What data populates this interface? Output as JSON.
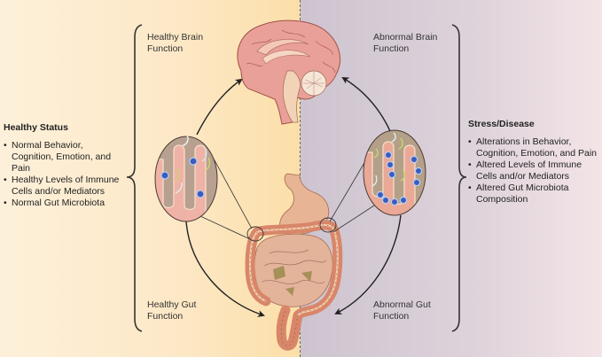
{
  "diagram": {
    "title": "Gut-Brain Axis: Healthy vs Stress/Disease",
    "colors": {
      "healthy_bg": "#fde8c6",
      "disease_bg": "#d8cdd6",
      "brain": "#e89a90",
      "gut": "#e5a080",
      "stomach": "#e6b496",
      "arrow": "#222222",
      "immune_cell": "#3a5cc0",
      "microbe": "#c8d86a"
    },
    "left_panel": {
      "heading": "Healthy Status",
      "items": [
        "Normal Behavior, Cognition, Emotion, and Pain",
        "Healthy Levels of Immune Cells and/or Mediators",
        "Normal Gut Microbiota"
      ]
    },
    "right_panel": {
      "heading": "Stress/Disease",
      "items": [
        "Alterations in Behavior, Cognition, Emotion, and Pain",
        "Altered Levels of Immune Cells and/or Mediators",
        "Altered Gut Microbiota Composition"
      ]
    },
    "labels": {
      "healthy_brain": [
        "Healthy Brain",
        "Function"
      ],
      "abnormal_brain": [
        "Abnormal Brain",
        "Function"
      ],
      "healthy_gut": [
        "Healthy Gut",
        "Function"
      ],
      "abnormal_gut": [
        "Abnormal Gut",
        "Function"
      ]
    },
    "icons": {
      "brain": "brain-sagittal-icon",
      "gut": "digestive-tract-icon",
      "healthy_magnifier": "intestinal-villi-healthy-icon",
      "disease_magnifier": "intestinal-villi-inflamed-icon"
    },
    "magnifier_cells": {
      "healthy_immune_cell_count": 3,
      "disease_immune_cell_count": 10
    }
  }
}
